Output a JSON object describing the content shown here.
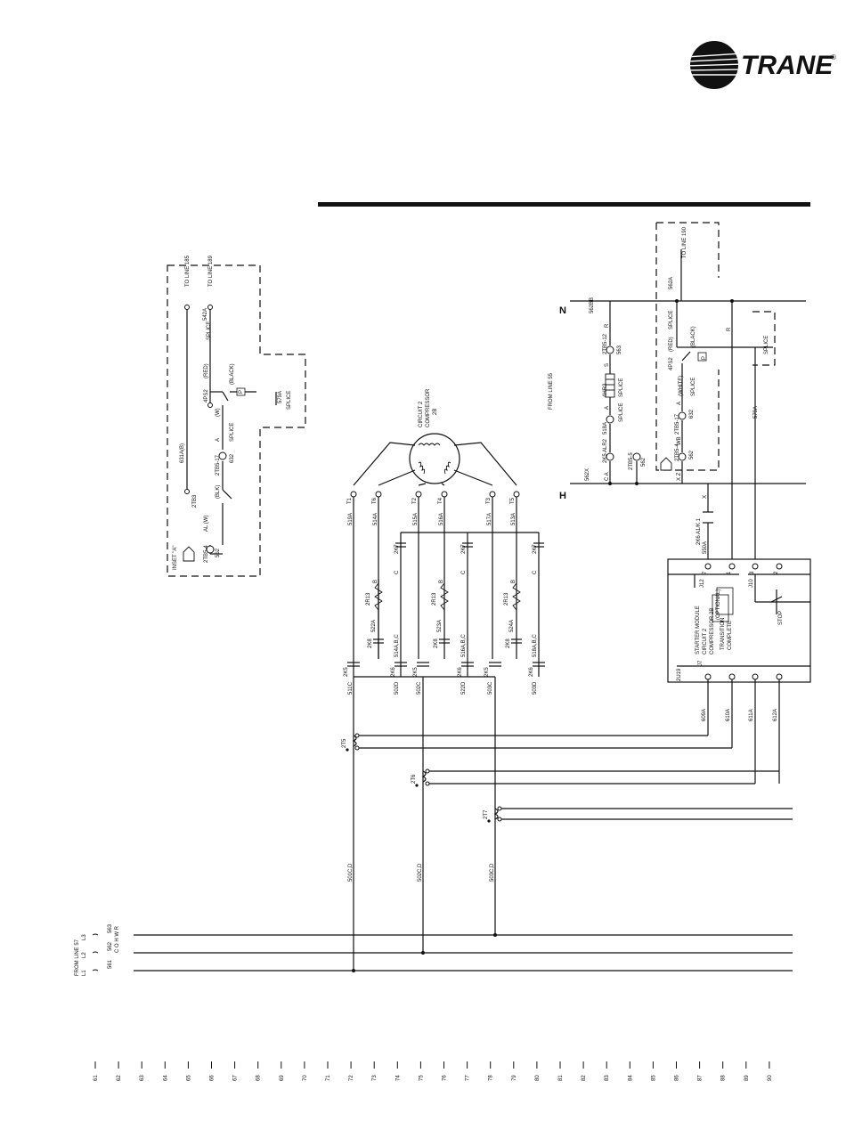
{
  "brand": {
    "name": "TRANE",
    "registered": "®"
  },
  "inset": {
    "title": "INSET \"A\"",
    "labels": {
      "to_line_185": "TO LINE 185",
      "to_line_189": "TO LINE 189",
      "splice_1": "SPLICE",
      "splice_2": "SPLICE",
      "w_542a": "542A",
      "red": "(RED)",
      "4ps2": "4PS2",
      "black": "(BLACK)",
      "p": "P",
      "w_579a": "579A",
      "w": "(W)",
      "a": "A",
      "w_631a_b": "631A(B)",
      "2tb5_17": "2TB5-17",
      "w_632": "632",
      "blk": "(BLK)",
      "2tb3": "2TB3",
      "a_inset": "A",
      "al_w": "AL (W)",
      "2tb5_4": "2TB5-4",
      "w_562": "562"
    }
  },
  "main": {
    "labels": {
      "n": "N",
      "h": "H",
      "from_line_55": "FROM LINE 55",
      "w_562bb": "562BB",
      "r1": "R",
      "w_562x": "562X",
      "w_562a": "562A",
      "to_line_190": "TO LINE 190",
      "red": "(RED)",
      "splice_a": "SPLICE",
      "4ps2": "4PS2",
      "black": "(BLACK)",
      "p": "P",
      "white": "(WHITE)",
      "splice_b": "SPLICE",
      "w_579a": "579A",
      "r2": "R",
      "2tb5_12": "2TB5-12",
      "w_563": "563",
      "4hr3": "4HR3",
      "splice_c": "SPLICE",
      "s": "S",
      "w_518a": "518A",
      "splice_d": "SPLICE",
      "2tb5_17": "2TB5-17",
      "w_632": "632",
      "2tb5_4": "2TB5-4",
      "w_562": "562",
      "2k5_a2": "2K5 ALR2",
      "2tb5_5": "2TB5-5",
      "w_562_b": "562",
      "ca": "C   A",
      "xz": "X   Z",
      "wb": "WB",
      "a": "A",
      "a2": "A",
      "x": "X",
      "2k6_a1": "2K6 A1/K 1",
      "w_550a": "550A",
      "j12": "J12",
      "j10": "J10",
      "j1_7": "7",
      "j1_1": "1",
      "j2_3": "3",
      "j2_2": "2",
      "optional": "(OPTIONAL)",
      "stop": "STOP",
      "starter_title": "STARTER MODULE",
      "starter_circuit": "CIRCUIT 2",
      "starter_comp": "COMPRESSOR 2B",
      "transition": "TRANSITION",
      "complete": "COMPLETE",
      "2u19": "2U19",
      "j7": "J7",
      "w_609a": "609A",
      "w_610a": "610A",
      "w_611a": "611A",
      "w_612a": "612A",
      "circuit2": "CIRCUIT 2",
      "compressor": "COMPRESSOR",
      "2b": "2B",
      "t1": "T1",
      "t2": "T2",
      "t3": "T3",
      "t4": "T4",
      "t5": "T5",
      "t6": "T6",
      "w_514a": "514A",
      "w_515a": "515A",
      "w_516a": "516A",
      "w_517a": "517A",
      "w_519a": "519A",
      "w_513a": "513A",
      "2k7_1": "2K7",
      "2k7_2": "2K7",
      "2k7_3": "2K7",
      "2r13_1": "2R13",
      "2r13_2": "2R13",
      "2r13_3": "2R13",
      "w_522a_1": "522A",
      "w_523a": "523A",
      "w_524a": "524A",
      "2k8_1": "2K8",
      "2k8_2": "2K8",
      "2k8_3": "2K8",
      "2k5_1": "2K5",
      "2k5_2": "2K5",
      "2k5_3": "2K5",
      "2k6_1": "2K6",
      "2k6_2": "2K6",
      "2k6_3": "2K6",
      "w_514abc": "514A,B,C",
      "w_516abc": "516A,B,C",
      "w_518abc": "518A,B,C",
      "w_511c": "511C",
      "w_502c": "502C",
      "w_503c": "503C",
      "w_502d": "502D",
      "w_522d": "522D",
      "w_503d": "503D",
      "2t5": "2T5",
      "2t6": "2T6",
      "2t7": "2T7",
      "w_501cd": "501C,D",
      "w_502cd": "502C,D",
      "w_503cd": "503C,D",
      "c1": "C",
      "c2": "C",
      "c3": "C",
      "b1": "B",
      "b2": "B",
      "b3": "B",
      "l1": "L1",
      "l2": "L2",
      "l3": "L3",
      "w_561": "561",
      "w_562l": "562",
      "w_563l": "563",
      "from_line_57": "FROM LINE 57",
      "cohwr": "C O H W R"
    }
  },
  "line_numbers": [
    "61",
    "62",
    "63",
    "64",
    "65",
    "66",
    "67",
    "68",
    "69",
    "70",
    "71",
    "72",
    "73",
    "74",
    "75",
    "76",
    "77",
    "78",
    "79",
    "80",
    "81",
    "82",
    "83",
    "84",
    "85",
    "86",
    "87",
    "88",
    "89",
    "90"
  ]
}
